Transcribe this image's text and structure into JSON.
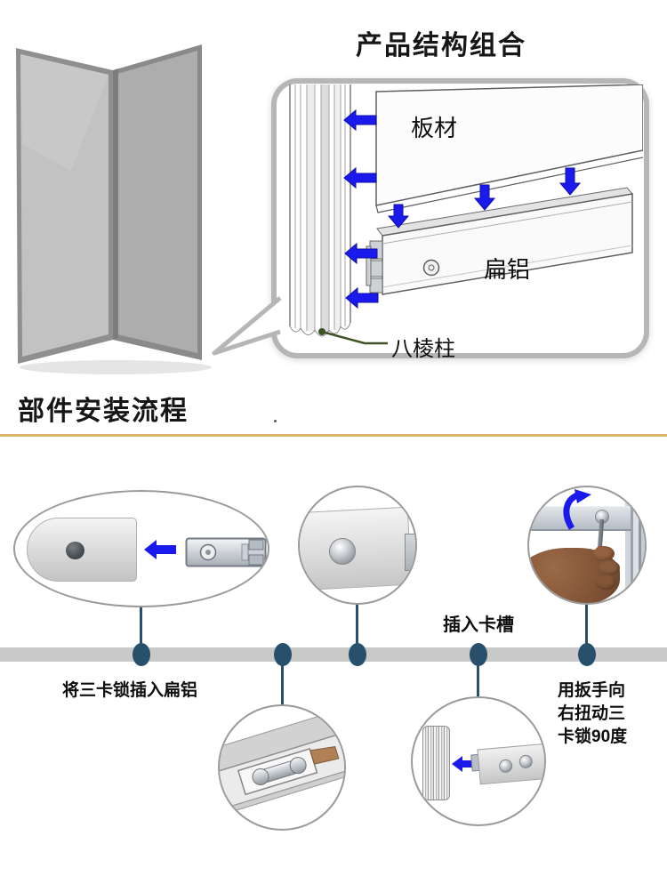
{
  "top": {
    "title": "产品结构组合"
  },
  "callout": {
    "labels": {
      "panel": "板材",
      "flat_aluminum": "扁铝",
      "octagonal_column": "八棱柱"
    }
  },
  "section_flow": {
    "title": "部件安装流程"
  },
  "flow": {
    "step1_label": "将三卡锁插入扁铝",
    "step2_label": "插入卡槽",
    "step3_lines": [
      "用扳手向",
      "右扭动三",
      "卡锁90度"
    ]
  },
  "icons": {
    "insert_left_arrow": "arrow-left",
    "drop_down_arrow": "arrow-down",
    "rotate_arrow": "arrow-rotate-cw",
    "column_pointer": "pointer-line-dot"
  },
  "colors": {
    "arrow_blue": "#1a1aec",
    "connector_navy": "#28506b",
    "timeline_gray": "#c9c9c9",
    "divider_gold": "#d9b46a",
    "pointer_green": "#3f5426",
    "circle_border_gray": "#9a9a9a"
  }
}
